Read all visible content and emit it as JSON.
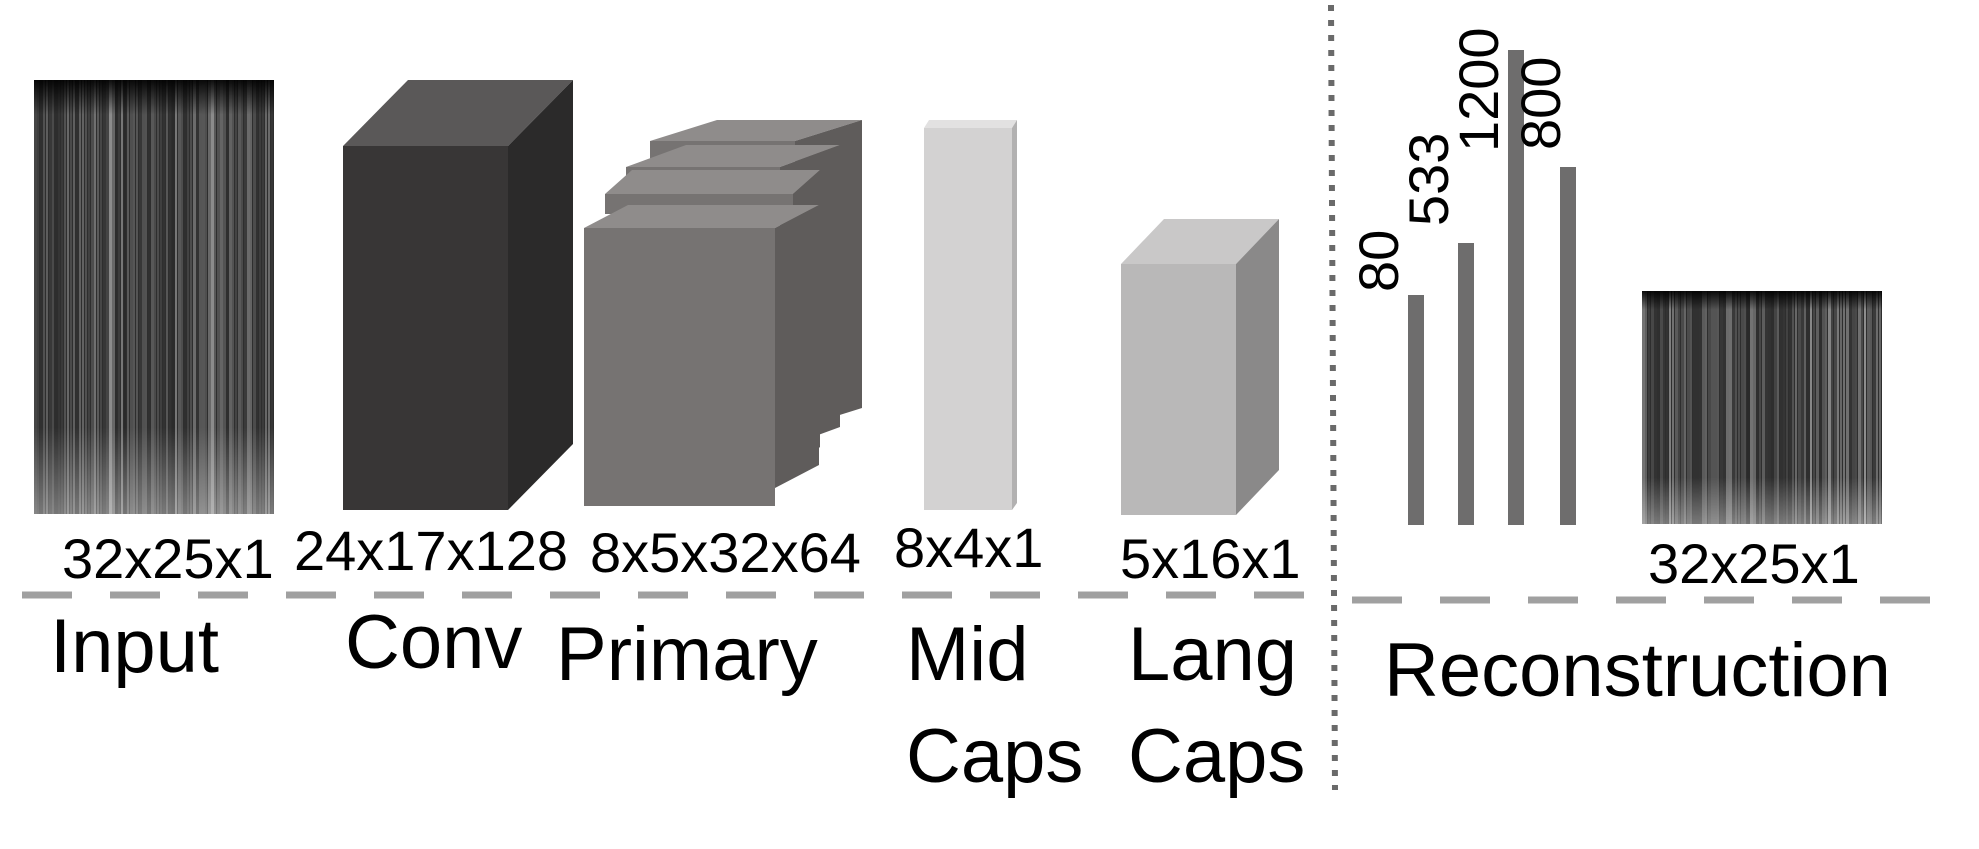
{
  "layers": [
    {
      "label": "Input",
      "dims": "32x25x1"
    },
    {
      "label": "Conv",
      "dims": "24x17x128"
    },
    {
      "label": "Primary",
      "dims": "8x5x32x64"
    },
    {
      "label_line1": "Mid",
      "label_line2": "Caps",
      "dims": "8x4x1"
    },
    {
      "label_line1": "Lang",
      "label_line2": "Caps",
      "dims": "5x16x1"
    }
  ],
  "reconstruction": {
    "label": "Reconstruction",
    "dims": "32x25x1",
    "fc_sizes": [
      "80",
      "533",
      "1200",
      "800"
    ]
  },
  "colors": {
    "conv_front": "#383636",
    "conv_top": "#5a5858",
    "conv_side": "#2b2a2a",
    "primary_front": "#767372",
    "primary_top": "#8f8c8b",
    "primary_side": "#5f5c5b",
    "mid_front": "#d3d2d2",
    "mid_top": "#e2e1e1",
    "mid_side": "#b2b1b1",
    "lang_front": "#b9b8b8",
    "lang_top": "#c9c8c8",
    "lang_side": "#8a8989",
    "fc_bar": "#6e6d6d",
    "divider": "#a0a0a0",
    "separator": "#6a6a6a"
  }
}
